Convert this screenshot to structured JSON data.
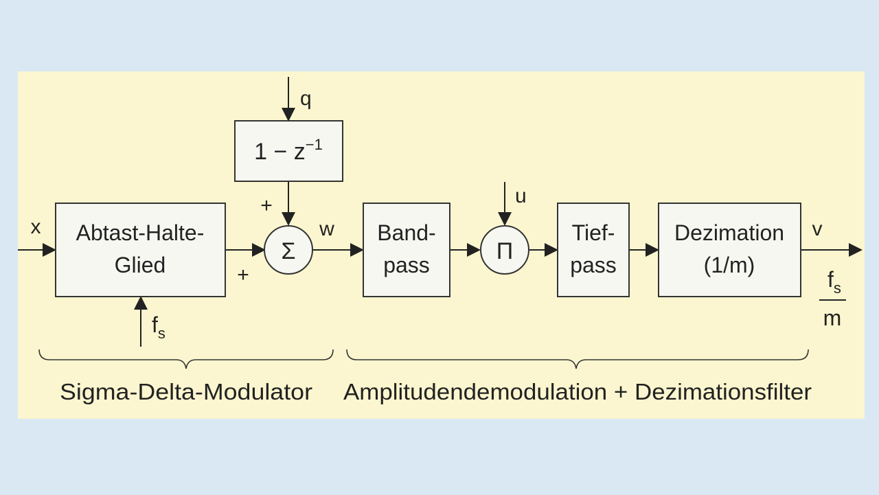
{
  "colors": {
    "page_background": "#d9e8f3",
    "panel_background": "#fbf6cf",
    "box_fill": "#f7f7f2",
    "line": "#222222"
  },
  "blocks": {
    "sample_hold": {
      "line1": "Abtast-Halte-",
      "line2": "Glied"
    },
    "feedback": {
      "expression": "1 − z",
      "exponent": "−1"
    },
    "sum": {
      "symbol": "Σ"
    },
    "bandpass": {
      "line1": "Band-",
      "line2": "pass"
    },
    "product": {
      "symbol": "Π"
    },
    "lowpass": {
      "line1": "Tief-",
      "line2": "pass"
    },
    "decimation": {
      "line1": "Dezimation",
      "line2": "(1/m)"
    }
  },
  "signals": {
    "input": "x",
    "quantization": "q",
    "sum_plus_top": "+",
    "sum_plus_bottom": "+",
    "modulator_output": "w",
    "carrier": "u",
    "output": "v",
    "sampling_clock": {
      "base": "f",
      "subscript": "s"
    },
    "output_rate": {
      "numerator_base": "f",
      "numerator_subscript": "s",
      "denominator": "m"
    }
  },
  "sections": {
    "left": "Sigma-Delta-Modulator",
    "right": "Amplitudendemodulation + Dezimationsfilter"
  }
}
